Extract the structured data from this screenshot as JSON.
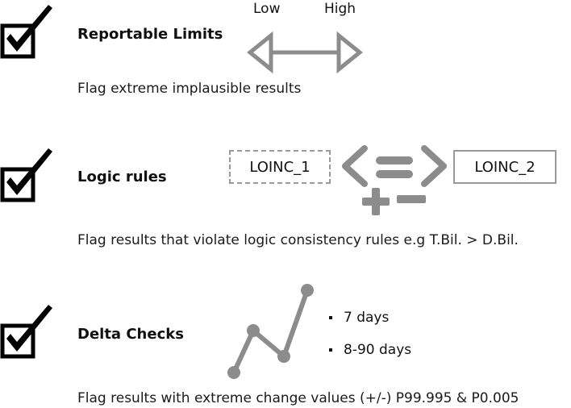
{
  "sections": [
    {
      "title": "Reportable Limits",
      "description": "Flag extreme implausible results",
      "labels": {
        "low": "Low",
        "high": "High"
      }
    },
    {
      "title": "Logic rules",
      "description": "Flag results that violate logic consistency rules e.g T.Bil. > D.Bil.",
      "boxes": [
        "LOINC_1",
        "LOINC_2"
      ]
    },
    {
      "title": "Delta Checks",
      "description": "Flag results with extreme change values (+/-) P99.995 & P0.005",
      "bullets": [
        "7 days",
        "8-90 days"
      ]
    }
  ],
  "icons": {
    "check": "checkbox-checkmark-icon",
    "arrow": "double-headed-arrow-icon",
    "operators": "comparison-operators-icon",
    "plus": "plus-icon",
    "minus": "minus-icon",
    "trend": "line-trend-icon"
  },
  "colors": {
    "icon_gray": "#8c8c8c",
    "box_border": "#999999",
    "check": "#000000"
  }
}
